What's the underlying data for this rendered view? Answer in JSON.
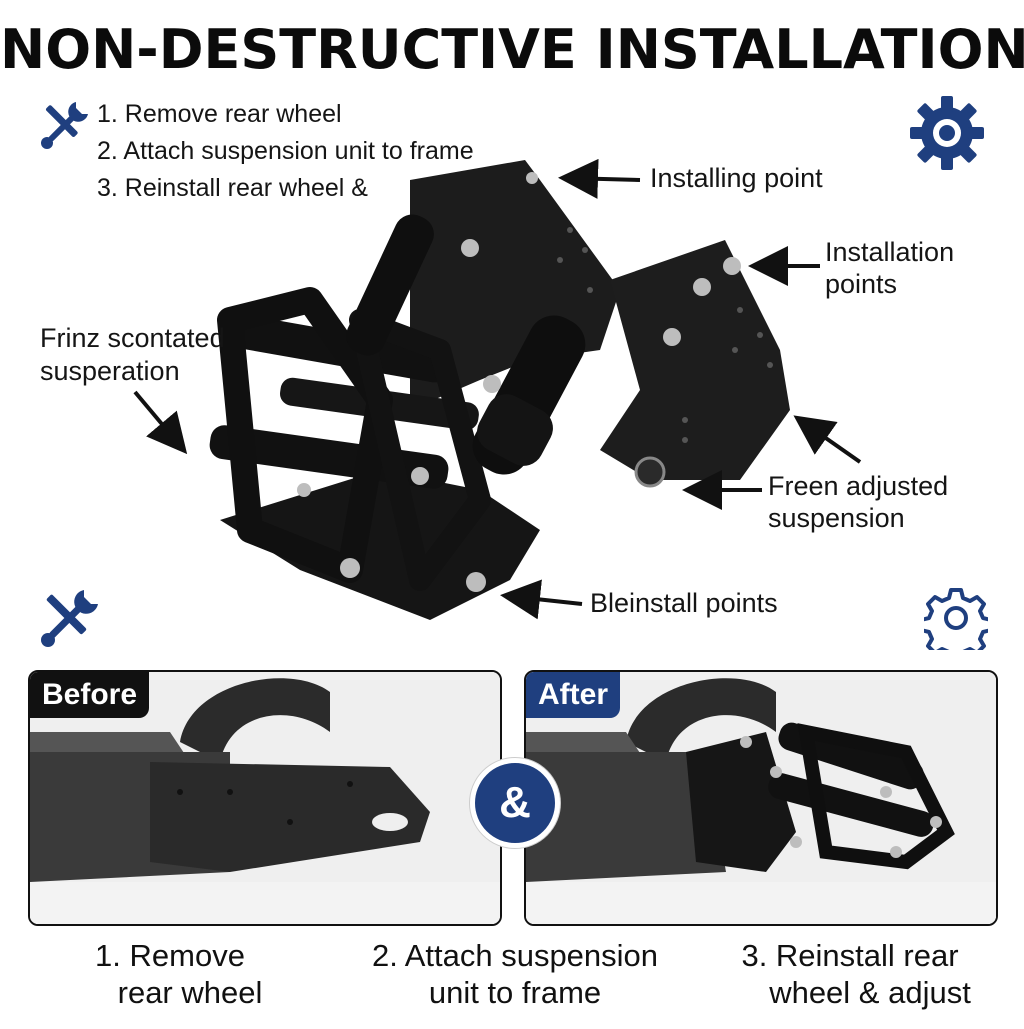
{
  "title": "NON-DESTRUCTIVE INSTALLATION",
  "steps_top": [
    "1. Remove rear wheel",
    "2. Attach suspension unit to frame",
    "3. Reinstall rear wheel &"
  ],
  "callouts": {
    "installing_point": "Installing point",
    "installation_points_1": "Installation",
    "installation_points_2": "points",
    "frinz_1": "Frinz scontated",
    "frinz_2": "susperation",
    "freen_1": "Freen adjusted",
    "freen_2": "suspension",
    "bleinstall": "Bleinstall points"
  },
  "panels": {
    "before_label": "Before",
    "after_label": "After",
    "amp": "&"
  },
  "bottom_steps": [
    {
      "line1": "1. Remove",
      "line2": "rear wheel"
    },
    {
      "line1": "2. Attach suspension",
      "line2": "unit to frame"
    },
    {
      "line1": "3. Reinstall rear",
      "line2": "wheel & adjust"
    }
  ],
  "colors": {
    "accent_blue": "#1f3f7f",
    "label_black": "#111111",
    "metal": "#1a1a1a"
  },
  "icons": {
    "tools_top": "wrench-screwdriver-icon",
    "gear_top": "gear-icon",
    "tools_bottom": "wrench-screwdriver-icon",
    "gear_bottom": "gear-outline-icon"
  }
}
